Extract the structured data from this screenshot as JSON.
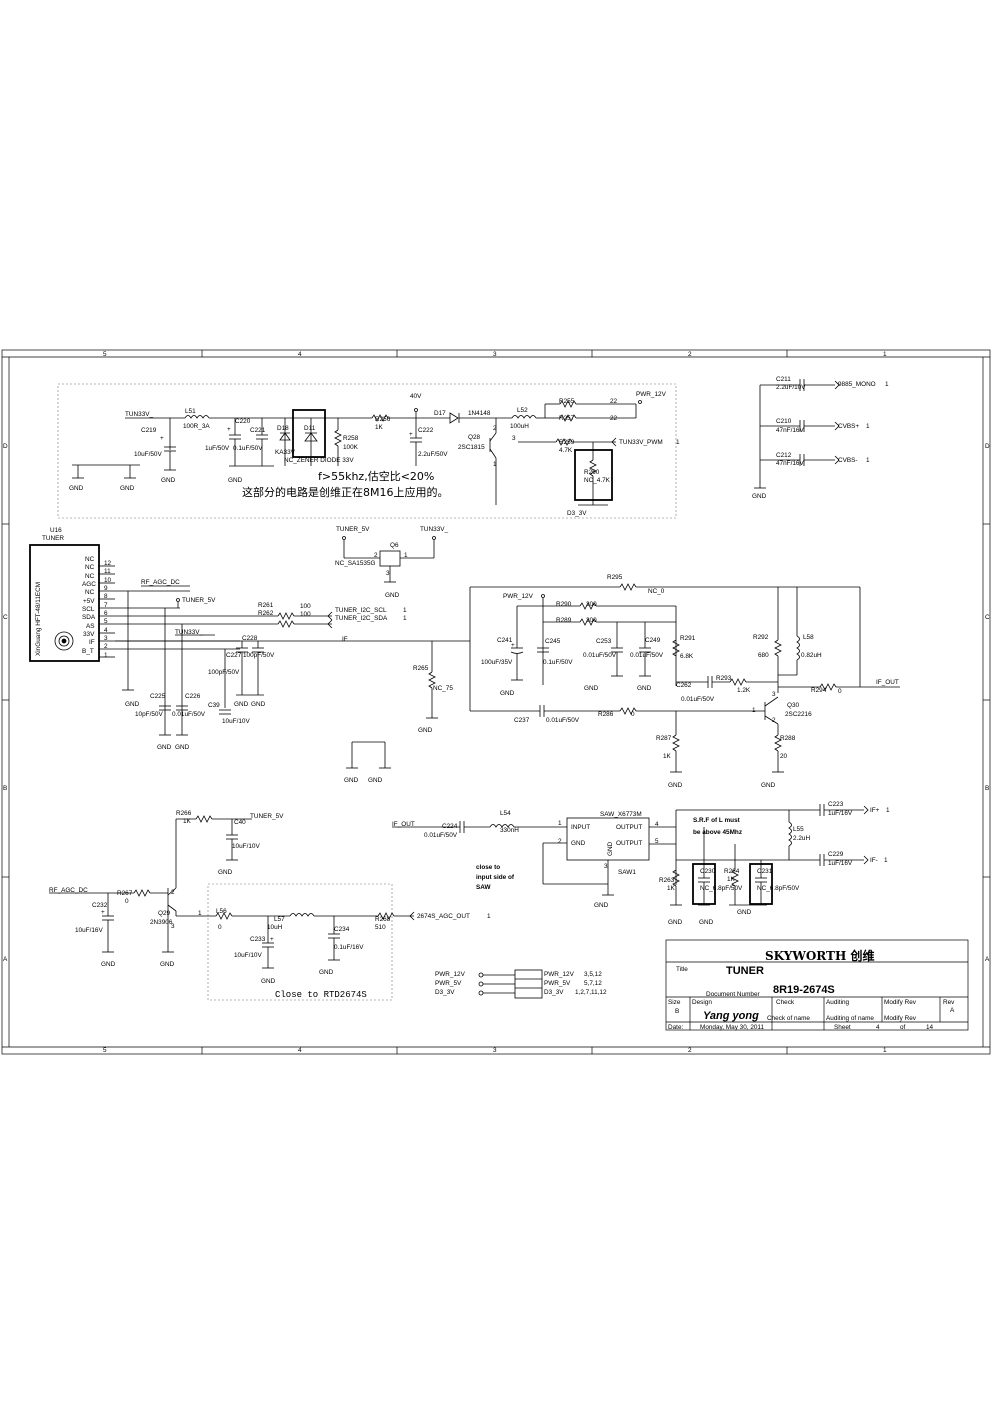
{
  "frame": {
    "cols": [
      "5",
      "4",
      "3",
      "2",
      "1"
    ],
    "rows": [
      "D",
      "C",
      "B",
      "A"
    ]
  },
  "note": {
    "line1": "f>55khz,估空比<20%",
    "line2": "这部分的电路是创维正在8M16上应用的。"
  },
  "power_section": {
    "tun33v": "TUN33V_",
    "l51_ref": "L51",
    "l51_val": "100R_3A",
    "c219_ref": "C219",
    "c219_val": "10uF/50V",
    "c220_ref": "C220",
    "c220_val": "1uF/50V",
    "c221_ref": "C221",
    "c221_val": "0.1uF/50V",
    "d18_ref": "D18",
    "d18_val": "KA33V",
    "d11_ref": "D11",
    "d11_val": "NC_ZENER DIODE 33V",
    "r258_ref": "R258",
    "r258_val": "100K",
    "r256_ref": "R256",
    "r256_val": "1K",
    "v40": "40V",
    "d17_ref": "D17",
    "d17_val": "1N4148",
    "c222_ref": "C222",
    "c222_val": "2.2uF/50V",
    "q28_ref": "Q28",
    "q28_val": "2SC1815",
    "l52_ref": "L52",
    "l52_val": "100uH",
    "r255_ref": "R255",
    "r255_val": "22",
    "r257_ref": "R257",
    "r257_val": "22",
    "pwr12": "PWR_12V",
    "r259_ref": "R259",
    "r259_val": "4.7K",
    "pwm": "TUN33V_PWM",
    "r260_ref": "R260",
    "r260_val": "NC_4.7K",
    "d33": "D3_3V",
    "gnd": "GND",
    "pin2": "2",
    "pin3": "3",
    "pin1": "1",
    "plus": "+"
  },
  "outputs": {
    "c211_ref": "C211",
    "c211_val": "2.2uF/10V",
    "mono": "9885_MONO",
    "c210_ref": "C210",
    "c210_val": "47nF/16V",
    "cvbsp": "CVBS+",
    "c212_ref": "C212",
    "c212_val": "47nF/16V",
    "cvbsm": "CVBS-",
    "pin1": "1"
  },
  "tuner": {
    "ref": "U16",
    "name": "TUNER",
    "vertical_text": "XinGuang HFT-48/11ECM",
    "pins": [
      {
        "name": "NC",
        "num": "12"
      },
      {
        "name": "NC",
        "num": "11"
      },
      {
        "name": "NC",
        "num": "10"
      },
      {
        "name": "AGC",
        "num": "9"
      },
      {
        "name": "NC",
        "num": "8"
      },
      {
        "name": "+5V",
        "num": "7"
      },
      {
        "name": "SCL",
        "num": "6"
      },
      {
        "name": "SDA",
        "num": "5"
      },
      {
        "name": "AS",
        "num": "4"
      },
      {
        "name": "33V",
        "num": "3"
      },
      {
        "name": "IF",
        "num": "2"
      },
      {
        "name": "B_T",
        "num": "1"
      }
    ]
  },
  "tuner_section": {
    "rf_agc": "RF_AGC_DC",
    "tuner5v": "TUNER_5V",
    "tun33v": "TUN33V_",
    "if_net": "IF",
    "r261_ref": "R261",
    "r261_val": "100",
    "r262_ref": "R262",
    "r262_val": "100",
    "scl": "TUNER_I2C_SCL",
    "sda": "TUNER_I2C_SDA",
    "tun33v_q6": "TUN33V_",
    "tuner5v_q6": "TUNER_5V",
    "q6_ref": "Q6",
    "q6_val": "NC_SA1535G",
    "c228_ref": "C228",
    "c227_ref": "C227",
    "c227_val": "100pF/50V",
    "c225_ref": "C225",
    "c225_val": "10pF/50V",
    "c226_ref": "C226",
    "c226_val": "0.01uF/50V",
    "c39_ref": "C39",
    "c39_val": "10uF/10V",
    "c100": "100pF/50V",
    "r265_ref": "R265",
    "r265_val": "NC_75",
    "pin1": "1",
    "pin2": "2",
    "pin3": "3"
  },
  "if_amp": {
    "r295_ref": "R295",
    "r295_val": "NC_0",
    "pwr12": "PWR_12V",
    "r290_ref": "R290",
    "r290_val": "300",
    "r289_ref": "R289",
    "r289_val": "300",
    "c241_ref": "C241",
    "c241_val": "100uF/35V",
    "c245_ref": "C245",
    "c245_val": "0.1uF/50V",
    "c253_ref": "C253",
    "c253_val": "0.01uF/50V",
    "c249_ref": "C249",
    "c249_val": "0.01uF/50V",
    "r291_ref": "R291",
    "r291_val": "6.8K",
    "r292_ref": "R292",
    "r292_val": "680",
    "l58_ref": "L58",
    "l58_val": "0.82uH",
    "c262_ref": "C262",
    "c262_val": "0.01uF/50V",
    "r293_ref": "R293",
    "r293_val": "1.2K",
    "r294_ref": "R294",
    "r294_val": "0",
    "if_out": "IF_OUT",
    "q30_ref": "Q30",
    "q30_val": "2SC2216",
    "c237_ref": "C237",
    "c237_val": "0.01uF/50V",
    "r286_ref": "R286",
    "r286_val": "0",
    "r287_ref": "R287",
    "r287_val": "1K",
    "r288_ref": "R288",
    "r288_val": "20",
    "pin1": "1",
    "pin2": "2",
    "pin3": "3"
  },
  "saw": {
    "if_out": "IF_OUT",
    "c224_ref": "C224",
    "c224_val": "0.01uF/50V",
    "l54_ref": "L54",
    "l54_val": "330nH",
    "name": "SAW_X6773M",
    "ref": "SAW1",
    "input": "INPUT",
    "gnd": "GND",
    "output": "OUTPUT",
    "p1": "1",
    "p2": "2",
    "p3": "3",
    "p4": "4",
    "p5": "5",
    "note1": "close to",
    "note2": "input side of",
    "note3": "SAW",
    "srf1": "S.R.F of L must",
    "srf2": "be above 45Mhz",
    "c223_ref": "C223",
    "c223_val": "1uF/16V",
    "ifp": "IF+",
    "l55_ref": "L55",
    "l55_val": "2.2uH",
    "c229_ref": "C229",
    "c229_val": "1uF/16V",
    "ifm": "IF-",
    "r263_ref": "R263",
    "r263_val": "1K",
    "c230_ref": "C230",
    "c230_val": "NC_6.8pF/50V",
    "r264_ref": "R264",
    "r264_val": "1K",
    "c231_ref": "C231",
    "c231_val": "NC_6.8pF/50V",
    "pin1": "1"
  },
  "agc": {
    "r266_ref": "R266",
    "r266_val": "1K",
    "tuner5v": "TUNER_5V",
    "c40_ref": "C40",
    "c40_val": "10uF/10V",
    "rf_agc": "RF_AGC_DC",
    "r267_ref": "R267",
    "r267_val": "0",
    "c232_ref": "C232",
    "c232_val": "10uF/16V",
    "q29_ref": "Q29",
    "q29_val": "2N3906",
    "l56_ref": "L56",
    "l56_val": "0",
    "l57_ref": "L57",
    "l57_val": "10uH",
    "c233_ref": "C233",
    "c233_val": "10uF/10V",
    "c234_ref": "C234",
    "c234_val": "0.1uF/16V",
    "r268_ref": "R268",
    "r268_val": "510",
    "agc_out": "2674S_AGC_OUT",
    "close": "Close to RTD2674S",
    "pin1": "1",
    "pin2": "2",
    "pin3": "3"
  },
  "power_ports": {
    "items": [
      {
        "name": "PWR_12V",
        "label": "PWR_12V",
        "pins": "3,5,12"
      },
      {
        "name": "PWR_5V",
        "label": "PWR_5V",
        "pins": "5,7,12"
      },
      {
        "name": "D3_3V",
        "label": "D3_3V",
        "pins": "1,2,7,11,12"
      }
    ]
  },
  "title_block": {
    "company": "SKYWORTH 创维",
    "title_label": "Title",
    "title": "TUNER",
    "docnum_label": "Document Number",
    "docnum": "8R19-2674S",
    "size_label": "Size",
    "size": "B",
    "design_label": "Design",
    "designer": "Yang yong",
    "check_label": "Check",
    "check_name_label": "Check of name",
    "auditing_label": "Auditing",
    "auditing_name_label": "Auditing of name",
    "modify_label": "Modify Rev",
    "modify2_label": "Modify Rev",
    "rev_label": "Rev",
    "rev": "A",
    "date_label": "Date:",
    "date": "Monday, May 30, 2011",
    "sheet_label": "Sheet",
    "sheet": "4",
    "of_label": "of",
    "sheets": "14"
  }
}
